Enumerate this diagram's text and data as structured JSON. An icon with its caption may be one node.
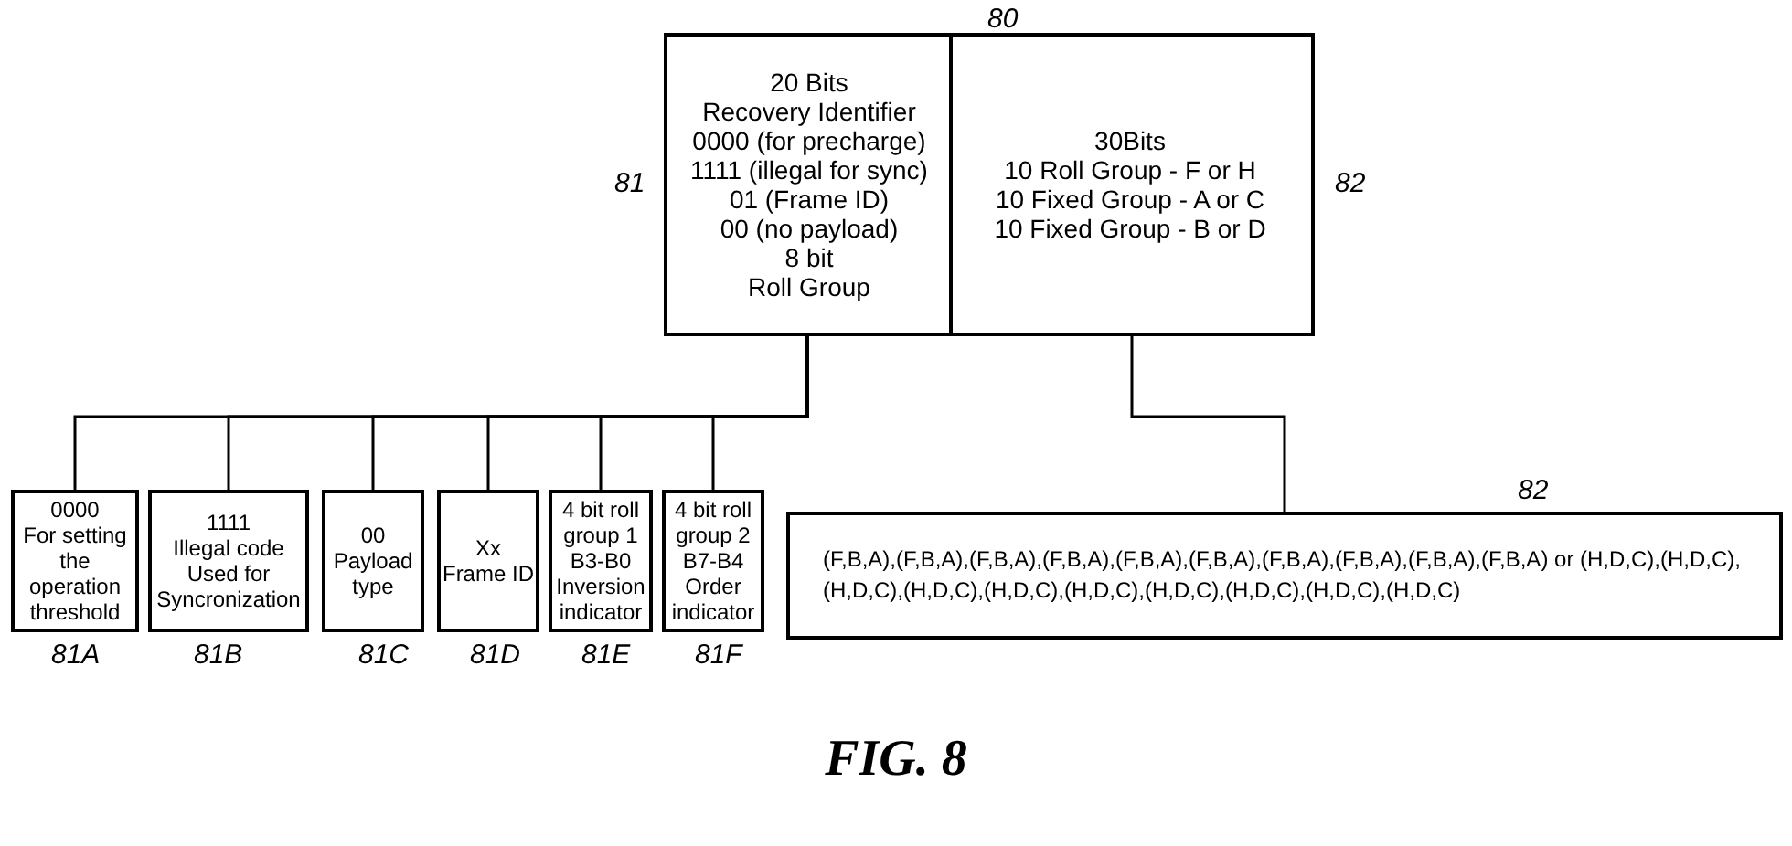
{
  "diagram": {
    "caption": "FIG. 8",
    "nodes": [
      {
        "text": [],
        "shape": "box",
        "beside": [
          "80"
        ]
      },
      {
        "text": [
          "20 Bits",
          "Recovery Identifier",
          "0000 (for precharge)",
          "1111 (illegal for sync)",
          "01 (Frame ID)",
          "00 (no payload)",
          "8 bit",
          "Roll Group"
        ],
        "in": 0,
        "beside": [
          "81"
        ]
      },
      {
        "text": [
          "30Bits",
          "10 Roll Group - F or H",
          "10 Fixed Group - A or C",
          "10 Fixed Group - B or D"
        ],
        "in": 0,
        "beside": [
          "82"
        ]
      },
      {
        "text": [
          "0000",
          "For setting the operation threshold"
        ],
        "beside": [
          "81A"
        ]
      },
      {
        "text": [
          "1111",
          "Illegal code Used for Syncronization"
        ],
        "beside": [
          "81B"
        ]
      },
      {
        "text": [
          "00",
          "Payload type"
        ],
        "beside": [
          "81C"
        ]
      },
      {
        "text": [
          "Xx",
          "Frame ID"
        ],
        "beside": [
          "81D"
        ]
      },
      {
        "text": [
          "4 bit roll group 1",
          "B3-B0",
          "Inversion indicator"
        ],
        "beside": [
          "81E"
        ]
      },
      {
        "text": [
          "4 bit roll group 2",
          "B7-B4",
          "Order indicator"
        ],
        "beside": [
          "81F"
        ]
      },
      {
        "text": [
          "(F,B,A),(F,B,A),(F,B,A),(F,B,A),(F,B,A),(F,B,A),(F,B,A),(F,B,A),(F,B,A),(F,B,A) or (H,D,C),(H,D,C),(H,D,C),(H,D,C),(H,D,C),(H,D,C),(H,D,C),(H,D,C),(H,D,C),(H,D,C)"
        ],
        "beside": [
          "82"
        ]
      }
    ],
    "edges": [
      {
        "from": 1,
        "to": 3,
        "arrow": "none"
      },
      {
        "from": 1,
        "to": 4,
        "arrow": "none"
      },
      {
        "from": 1,
        "to": 5,
        "arrow": "none"
      },
      {
        "from": 1,
        "to": 6,
        "arrow": "none"
      },
      {
        "from": 1,
        "to": 7,
        "arrow": "none"
      },
      {
        "from": 1,
        "to": 8,
        "arrow": "none"
      },
      {
        "from": 2,
        "to": 9,
        "arrow": "none"
      }
    ]
  }
}
